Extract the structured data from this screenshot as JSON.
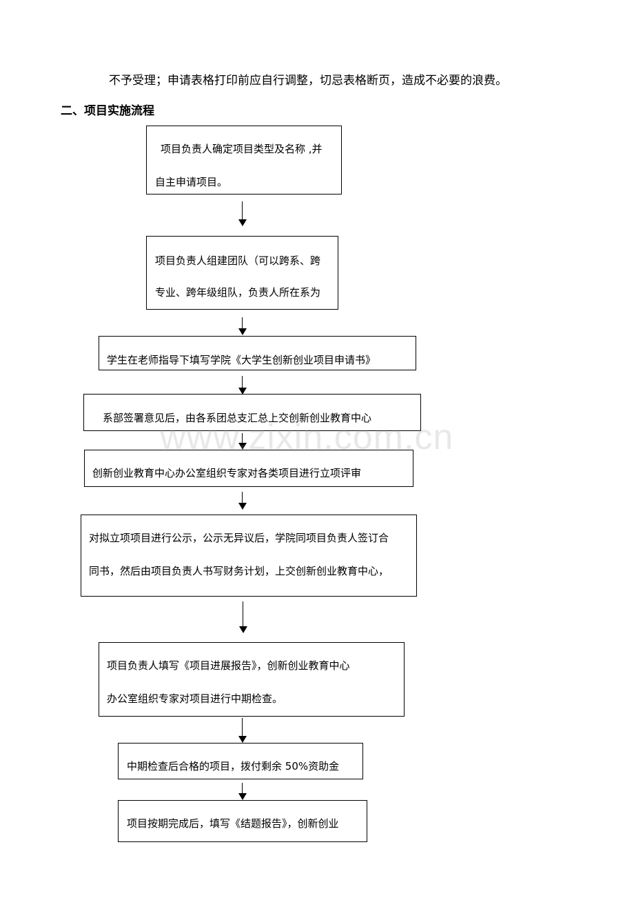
{
  "document": {
    "intro_line": "不予受理；申请表格打印前应自行调整，切忌表格断页，造成不必要的浪费。",
    "section_heading": "二、项目实施流程",
    "watermark": "www.zixin.com.cn"
  },
  "flowchart": {
    "steps": [
      {
        "lines": [
          "项目负责人确定项目类型及名称 ,并",
          "自主申请项目。"
        ]
      },
      {
        "lines": [
          "项目负责人组建团队（可以跨系、跨",
          "专业、跨年级组队，负责人所在系为"
        ]
      },
      {
        "lines": [
          "学生在老师指导下填写学院《大学生创新创业项目申请书》"
        ]
      },
      {
        "lines": [
          "系部签署意见后，由各系团总支汇总上交创新创业教育中心"
        ]
      },
      {
        "lines": [
          "创新创业教育中心办公室组织专家对各类项目进行立项评审"
        ]
      },
      {
        "lines": [
          "对拟立项项目进行公示，公示无异议后，学院同项目负责人签订合",
          "同书，然后由项目负责人书写财务计划，上交创新创业教育中心，"
        ]
      },
      {
        "lines": [
          "项目负责人填写《项目进展报告》，创新创业教育中心",
          "办公室组织专家对项目进行中期检查。"
        ]
      },
      {
        "lines": [
          "中期检查后合格的项目，拨付剩余 50%资助金"
        ]
      },
      {
        "lines": [
          "项目按期完成后，填写《结题报告》，创新创业"
        ]
      }
    ]
  }
}
